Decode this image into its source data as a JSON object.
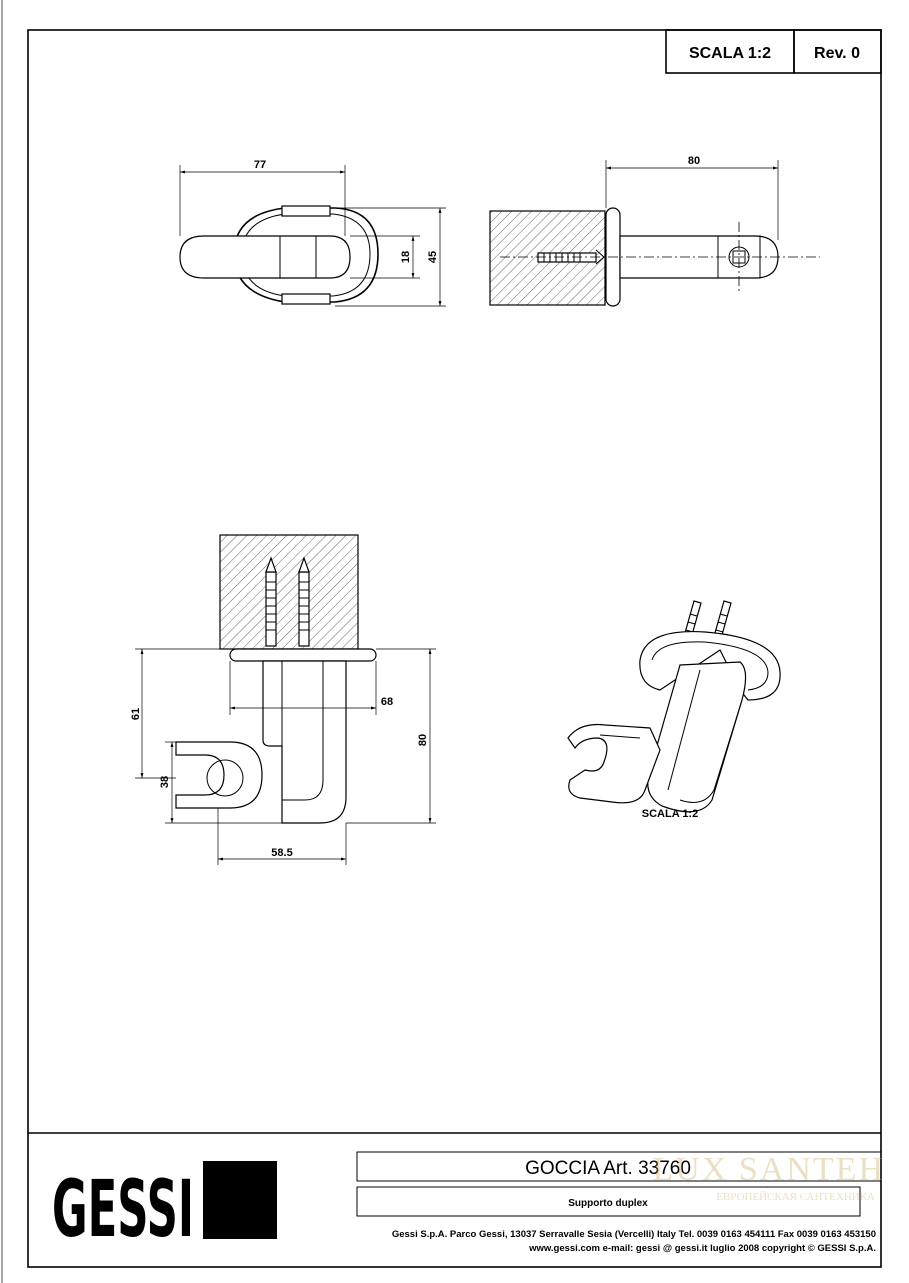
{
  "title_block": {
    "scale": "SCALA 1:2",
    "revision": "Rev. 0"
  },
  "views": {
    "top": {
      "dim_width": "77",
      "dim_inner": "18",
      "dim_height": "45"
    },
    "side": {
      "dim_depth": "80"
    },
    "front": {
      "dim_height_61": "61",
      "dim_height_38": "38",
      "dim_height_80": "80",
      "dim_width_68": "68",
      "dim_width_58_5": "58.5"
    },
    "iso": {
      "scale_label": "SCALA 1:2"
    }
  },
  "footer": {
    "logo_text": "GESSI",
    "product": "GOCCIA  Art. 33760",
    "description": "Supporto duplex",
    "address_line": "Gessi S.p.A. Parco Gessi, 13037 Serravalle Sesia (Vercelli) Italy Tel. 0039  0163 454111 Fax 0039 0163 453150",
    "web_line": "www.gessi.com e-mail: gessi @ gessi.it luglio 2008 copyright © GESSI S.p.A.",
    "watermark_main": "LUX SANTEH",
    "watermark_sub": "ЕВРОПЕЙСКАЯ САНТЕХНИКА"
  }
}
